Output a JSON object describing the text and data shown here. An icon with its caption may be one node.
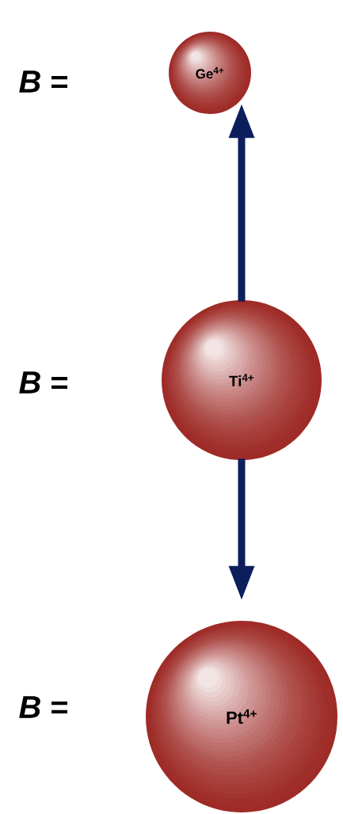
{
  "diagram": {
    "nodes": [
      {
        "text": [
          "Ge$^{4+}$"
        ]
      },
      {
        "text": [
          "Ti$^{4+}$"
        ]
      },
      {
        "text": [
          "Pt$^{4+}$"
        ]
      }
    ],
    "edges": [
      {
        "from": 1,
        "to": 0,
        "arrow": "to"
      },
      {
        "from": 1,
        "to": 2,
        "arrow": "to"
      }
    ],
    "labels": [
      "*B* =",
      "*B* =",
      "*B* ="
    ]
  }
}
